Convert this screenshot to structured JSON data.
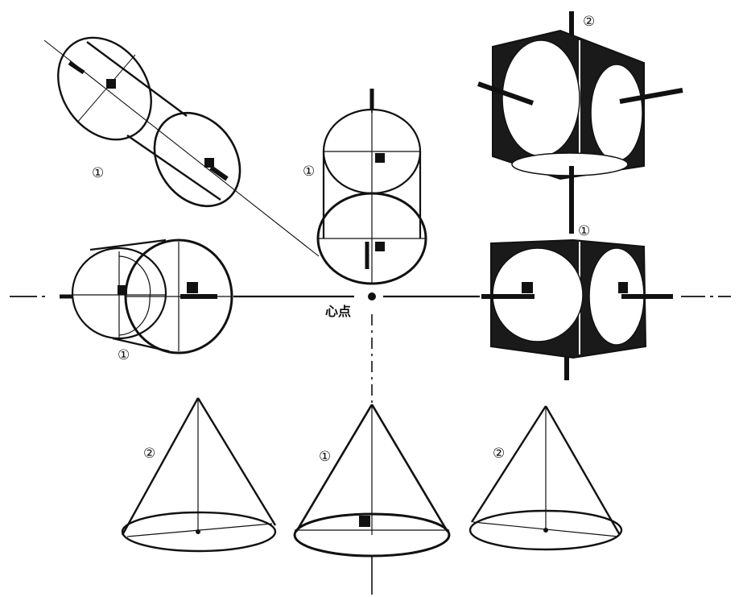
{
  "center_point_label": "心点",
  "labels": {
    "cyl_top_left": "①",
    "cyl_center": "①",
    "cube_top": "②",
    "cube_bottom": "①",
    "cyl_left": "①",
    "cone_left": "②",
    "cone_center": "①",
    "cone_right": "②"
  },
  "colors": {
    "ink": "#111111",
    "paper": "#ffffff"
  }
}
